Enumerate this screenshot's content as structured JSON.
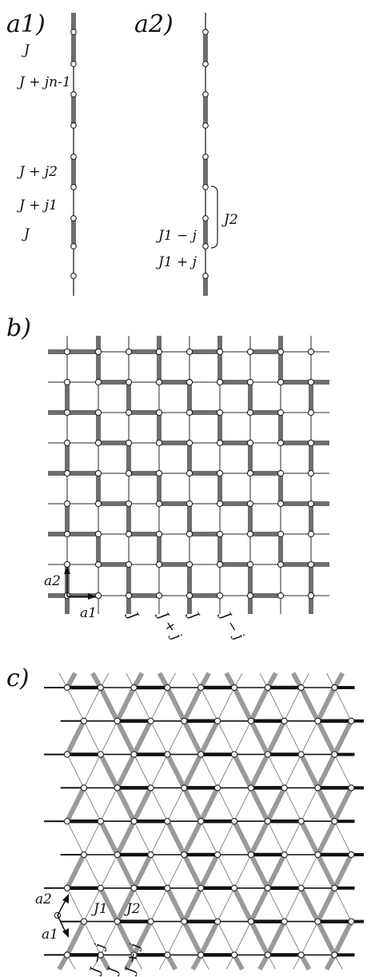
{
  "panel_a1": {
    "label": "a1)",
    "bond_labels": [
      "J",
      "J + jn-1",
      "J + j2",
      "J + j1",
      "J"
    ]
  },
  "panel_a2": {
    "label": "a2)",
    "bond_labels": [
      "J1 − j",
      "J1 + j"
    ],
    "bracket_label": "J2"
  },
  "panel_b": {
    "label": "b)",
    "vector_labels": [
      "a2",
      "a1"
    ],
    "column_labels": [
      "J",
      "J + j",
      "J",
      "J − j"
    ]
  },
  "panel_c": {
    "label": "c)",
    "vector_labels": [
      "a2",
      "a1"
    ],
    "bond_labels": [
      "J1",
      "J2"
    ],
    "bottom_labels": [
      "J − j",
      "J",
      "J + j"
    ]
  },
  "colors": {
    "thick_bond": "#6e6e6e",
    "thin_bond": "#8a8a8a",
    "triangular_thick": "#9a9a9a",
    "horizontal_chain": "#111111",
    "site_fill": "#ffffff",
    "site_stroke": "#222222",
    "ink": "#111111"
  }
}
